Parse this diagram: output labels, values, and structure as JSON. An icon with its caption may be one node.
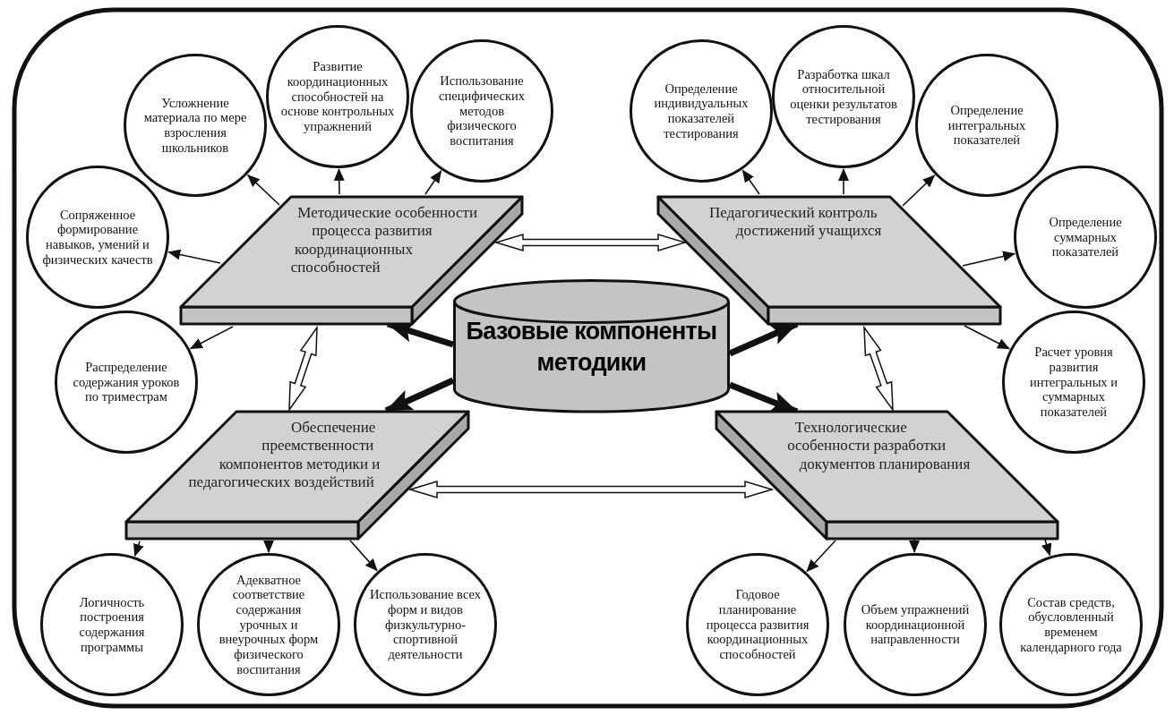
{
  "diagram": {
    "nodes": [
      {
        "text": [
          "Базовые компоненты методики"
        ]
      },
      {
        "text": [
          "Методические особенности процесса развития координационных способностей"
        ]
      },
      {
        "text": [
          "Педагогический контроль достижений учащихся"
        ]
      },
      {
        "text": [
          "Обеспечение преемственности компонентов методики и педагогических воздействий"
        ]
      },
      {
        "text": [
          "Технологические особенности разработки документов планирования"
        ]
      },
      {
        "text": [
          "Усложнение материала по мере взросления школьников"
        ]
      },
      {
        "text": [
          "Развитие координационных способностей на основе контрольных упражнений"
        ]
      },
      {
        "text": [
          "Использование специфических методов физического воспитания"
        ]
      },
      {
        "text": [
          "Сопряженное формирование навыков, умений и физических качеств"
        ]
      },
      {
        "text": [
          "Распределение содержания уроков по триместрам"
        ]
      },
      {
        "text": [
          "Определение индивидуальных показателей тестирования"
        ]
      },
      {
        "text": [
          "Разработка шкал относительной оценки результатов тестирования"
        ]
      },
      {
        "text": [
          "Определение интегральных показателей"
        ]
      },
      {
        "text": [
          "Определение суммарных показателей"
        ]
      },
      {
        "text": [
          "Расчет уровня развития интегральных и суммарных показателей"
        ]
      },
      {
        "text": [
          "Логичность построения содержания программы"
        ]
      },
      {
        "text": [
          "Адекватное соответствие содержания урочных и внеурочных форм физического воспитания"
        ]
      },
      {
        "text": [
          "Использование всех форм и видов физкультурно-спортивной деятельности"
        ]
      },
      {
        "text": [
          "Годовое планирование процесса развития координационных способностей"
        ]
      },
      {
        "text": [
          "Объем упражнений координационной направленности"
        ]
      },
      {
        "text": [
          "Состав средств, обусловленный временем календарного года"
        ]
      }
    ],
    "edges": [
      {
        "from": 0,
        "to": 1,
        "arrow": "to",
        "style": "thick"
      },
      {
        "from": 0,
        "to": 2,
        "arrow": "to",
        "style": "thick"
      },
      {
        "from": 0,
        "to": 3,
        "arrow": "to",
        "style": "thick"
      },
      {
        "from": 0,
        "to": 4,
        "arrow": "to",
        "style": "thick"
      },
      {
        "from": 1,
        "to": 2,
        "arrow": "both"
      },
      {
        "from": 1,
        "to": 3,
        "arrow": "both"
      },
      {
        "from": 2,
        "to": 4,
        "arrow": "both"
      },
      {
        "from": 3,
        "to": 4,
        "arrow": "both"
      },
      {
        "from": 1,
        "to": 5,
        "arrow": "to"
      },
      {
        "from": 1,
        "to": 6,
        "arrow": "to"
      },
      {
        "from": 1,
        "to": 7,
        "arrow": "to"
      },
      {
        "from": 1,
        "to": 8,
        "arrow": "to"
      },
      {
        "from": 1,
        "to": 9,
        "arrow": "to"
      },
      {
        "from": 2,
        "to": 10,
        "arrow": "to"
      },
      {
        "from": 2,
        "to": 11,
        "arrow": "to"
      },
      {
        "from": 2,
        "to": 12,
        "arrow": "to"
      },
      {
        "from": 2,
        "to": 13,
        "arrow": "to"
      },
      {
        "from": 2,
        "to": 14,
        "arrow": "to"
      },
      {
        "from": 3,
        "to": 15,
        "arrow": "to"
      },
      {
        "from": 3,
        "to": 16,
        "arrow": "to"
      },
      {
        "from": 3,
        "to": 17,
        "arrow": "to"
      },
      {
        "from": 4,
        "to": 18,
        "arrow": "to"
      },
      {
        "from": 4,
        "to": 19,
        "arrow": "to"
      },
      {
        "from": 4,
        "to": 20,
        "arrow": "to"
      }
    ]
  }
}
